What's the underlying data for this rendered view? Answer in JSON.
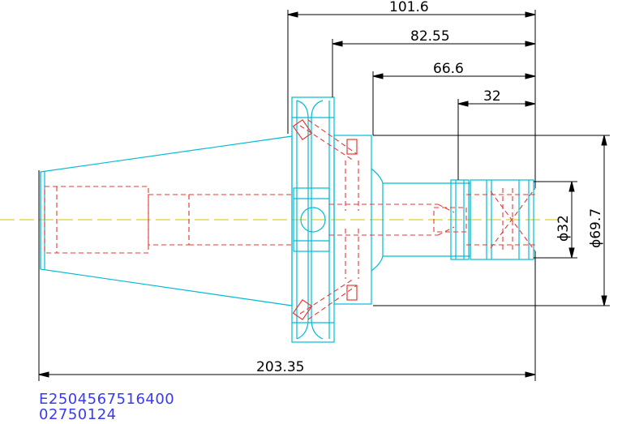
{
  "drawing": {
    "dimensions": {
      "length_101": "101.6",
      "length_82": "82.55",
      "length_66": "66.6",
      "length_32": "32",
      "overall_length": "203.35",
      "diameter_small": "ϕ32",
      "diameter_large": "ϕ69.7"
    },
    "codes": {
      "part_number": "E2504567516400",
      "order_number": "02750124"
    },
    "colors": {
      "outline": "#00bcd4",
      "hidden": "#e53935",
      "centerline": "#d4c400",
      "dimension": "#000000",
      "code_text": "#3a3af0"
    }
  }
}
